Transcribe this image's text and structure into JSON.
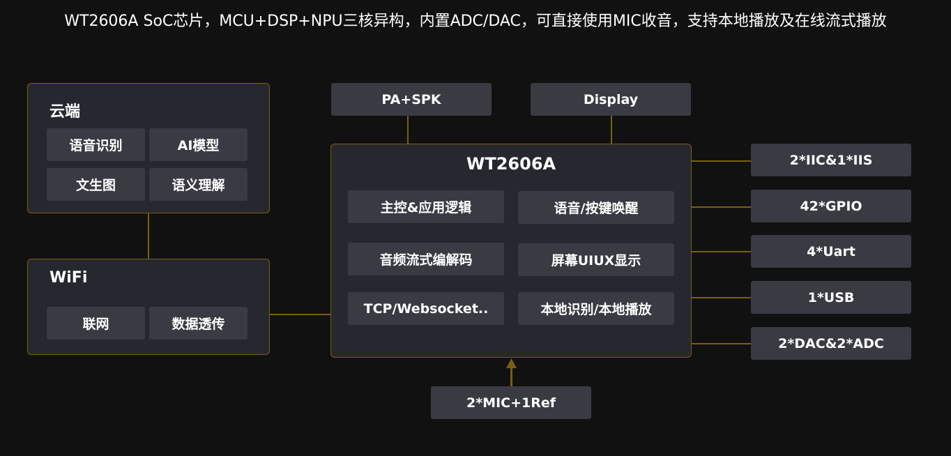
{
  "headline": "WT2606A SoC芯片，MCU+DSP+NPU三核异构，内置ADC/DAC，可直接使用MIC收音，支持本地播放及在线流式播放",
  "colors": {
    "background": "#111111",
    "panel": "#27272f",
    "cell": "#3a3a43",
    "accent_wire": "#7a5f10",
    "text": "#ffffff"
  },
  "cloud": {
    "title": "云端",
    "items": [
      "语音识别",
      "AI模型",
      "文生图",
      "语义理解"
    ]
  },
  "wifi": {
    "title": "WiFi",
    "items": [
      "联网",
      "数据透传"
    ]
  },
  "top_peripherals": [
    "PA+SPK",
    "Display"
  ],
  "chip": {
    "title": "WT2606A",
    "blocks": [
      "主控&应用逻辑",
      "语音/按键唤醒",
      "音频流式编解码",
      "屏幕UIUX显示",
      "TCP/Websocket..",
      "本地识别/本地播放"
    ]
  },
  "interfaces": [
    "2*IIC&1*IIS",
    "42*GPIO",
    "4*Uart",
    "1*USB",
    "2*DAC&2*ADC"
  ],
  "mic_input": "2*MIC+1Ref"
}
